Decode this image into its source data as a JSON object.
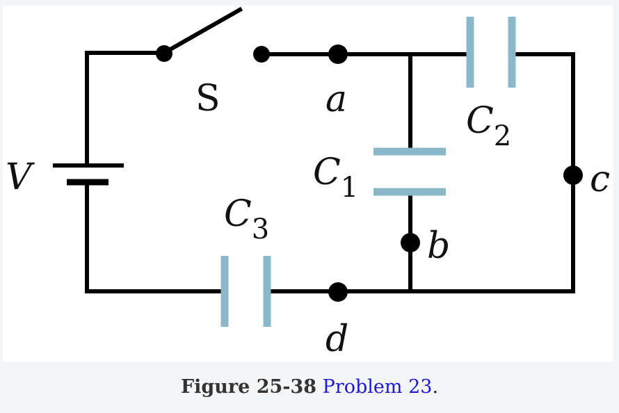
{
  "diagram": {
    "labels": {
      "switch": "S",
      "voltage": "V",
      "node_a": "a",
      "node_b": "b",
      "node_c": "c",
      "node_d": "d",
      "c1_main": "C",
      "c1_sub": "1",
      "c2_main": "C",
      "c2_sub": "2",
      "c3_main": "C",
      "c3_sub": "3"
    },
    "colors": {
      "wire": "#000000",
      "capacitor_plate": "#8ab8c9",
      "background": "#ffffff",
      "page": "#f4f5f6"
    }
  },
  "caption": {
    "figure_label": "Figure 25-38",
    "link_text": "Problem 23",
    "trailing": ".",
    "link_color": "#1a1ad0"
  }
}
